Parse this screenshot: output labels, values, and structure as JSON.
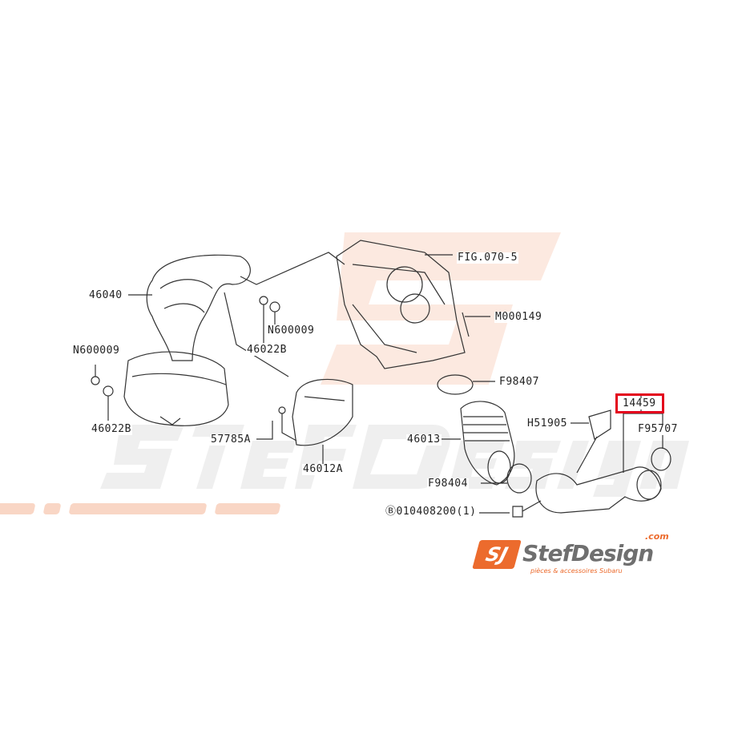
{
  "watermark": {
    "brand": "StefDesign",
    "tagline": "pièces & accessoires Subaru",
    "domain": ".com",
    "color": "#f08a5d"
  },
  "logo": {
    "mark": "SJ",
    "brand": "StefDesign",
    "domain": ".com",
    "tagline": "pièces & accessoires Subaru",
    "accent": "#ec6b2d"
  },
  "highlight_color": "#e3001b",
  "callouts": {
    "c46040": "46040",
    "n600009_a": "N600009",
    "c46022b_a": "46022B",
    "n600009_b": "N600009",
    "c46022b_b": "46022B",
    "fig": "FIG.070-5",
    "m000149": "M000149",
    "f98407": "F98407",
    "c14459": "14459",
    "h51905": "H51905",
    "f95707": "F95707",
    "c57785a": "57785A",
    "c46013": "46013",
    "c46012a": "46012A",
    "f98404": "F98404",
    "bolt": "Ⓑ010408200(1)"
  }
}
